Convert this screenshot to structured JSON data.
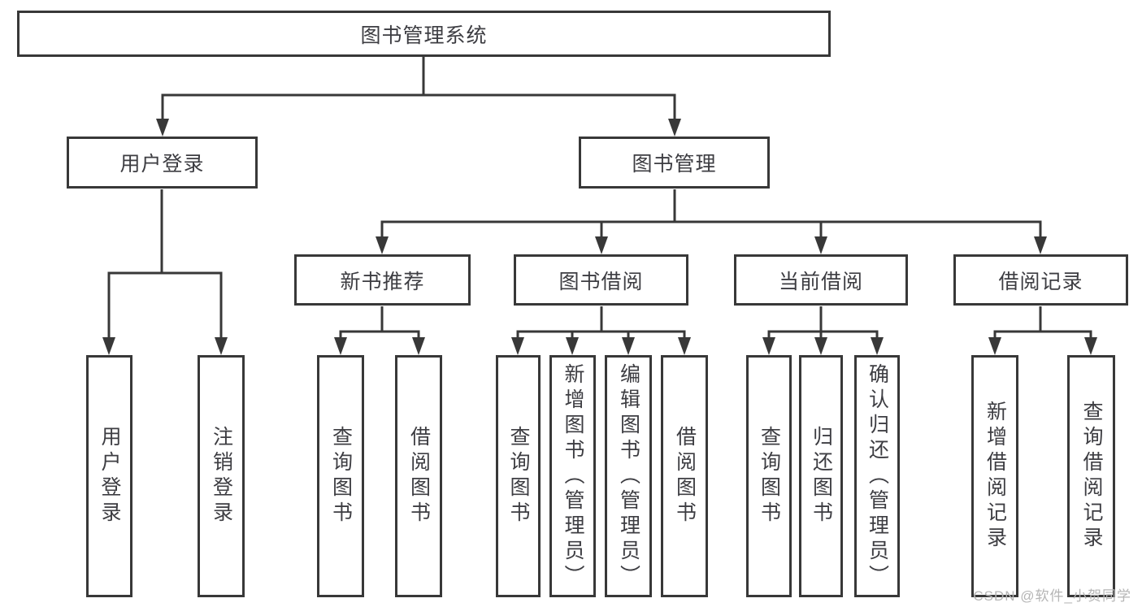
{
  "nodes": {
    "root": "图书管理系统",
    "user_login": "用户登录",
    "book_mgmt": "图书管理",
    "new_book_rec": "新书推荐",
    "book_borrow": "图书借阅",
    "current_borrow": "当前借阅",
    "borrow_records": "借阅记录",
    "ul_login": "用户登录",
    "ul_logout": "注销登录",
    "nr_query": "查询图书",
    "nr_borrow": "借阅图书",
    "bb_query": "查询图书",
    "bb_add": "新增图书（管理员）",
    "bb_edit": "编辑图书（管理员）",
    "bb_borrow": "借阅图书",
    "cb_query": "查询图书",
    "cb_return": "归还图书",
    "cb_confirm": "确认归还（管理员）",
    "br_add": "新增借阅记录",
    "br_query": "查询借阅记录"
  },
  "watermark": "CSDN @软件_小贺同学",
  "colors": {
    "line": "#383838",
    "text": "#3d3d42",
    "watermark": "#b5b5b5",
    "background": "#ffffff"
  }
}
